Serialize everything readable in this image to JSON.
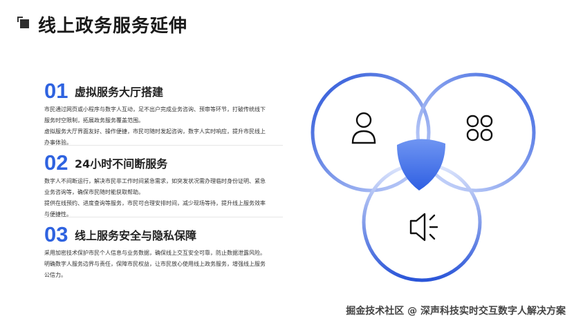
{
  "page_title": "线上政务服务延伸",
  "sections": [
    {
      "num": "01",
      "title": "虚拟服务大厅搭建",
      "lines": [
        "市民通过网页或小程序与数字人互动，足不出户完成业务咨询、预审等环节，打破传统线下",
        "服务时空限制，拓展政务服务覆盖范围。",
        "虚拟服务大厅界面友好、操作便捷，市民可随时发起咨询，数字人实时响应，提升市民线上",
        "办事体验。"
      ]
    },
    {
      "num": "02",
      "title": "24小时不间断服务",
      "lines": [
        "数字人不间断运行，解决市民非工作时间紧急需求，如突发状况需办理临时身份证明、紧急",
        "业务咨询等，确保市民随时能获取帮助。",
        "提供在线预约、进度查询等服务，市民可合理安排时间，减少现场等待，提升线上服务效率",
        "与便捷性。"
      ]
    },
    {
      "num": "03",
      "title": "线上服务安全与隐私保障",
      "lines": [
        "采用加密技术保护市民个人信息与业务数据，确保线上交互安全可靠，防止数据泄露风险。",
        "明确数字人服务边界与责任，保障市民权益，让市民放心使用线上政务服务，增强线上服务",
        "公信力。"
      ]
    }
  ],
  "footer": "掘金技术社区 @ 深声科技实时交互数字人解决方案",
  "icons": [
    "user-icon",
    "app-grid-icon",
    "speaker-icon"
  ],
  "colors": {
    "accent": "#2f63e0",
    "ring": "#4a72e6",
    "shield": "#3d6fe8"
  }
}
